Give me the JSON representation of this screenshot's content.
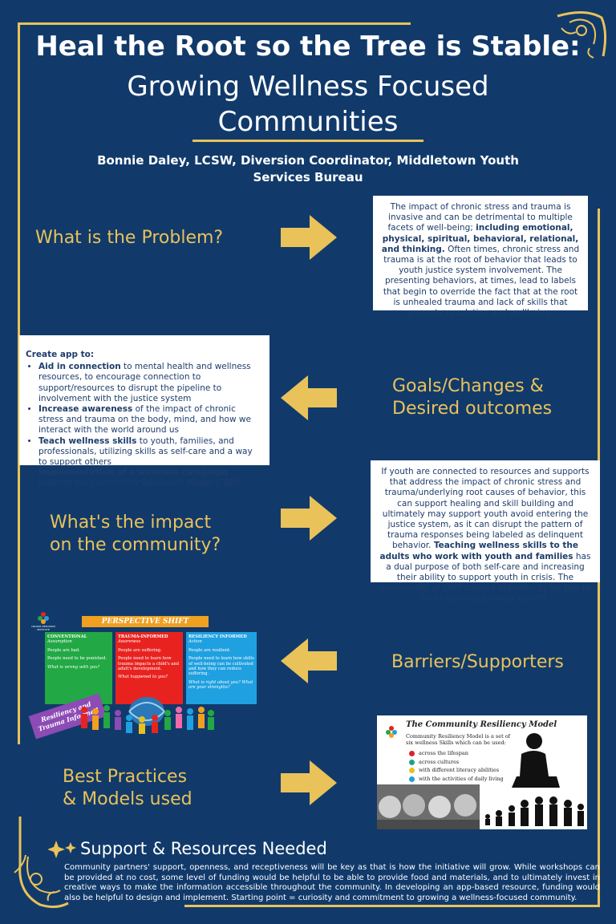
{
  "title": {
    "line1": "Heal the Root so the Tree is Stable:",
    "line2": "Growing Wellness Focused Communities"
  },
  "authors": "Bonnie Daley, LCSW, Diversion Coordinator, Middletown Youth Services Bureau",
  "sections": {
    "problem": {
      "heading": "What is the Problem?",
      "text_before": "The impact of chronic stress and trauma is invasive and can be detrimental to multiple facets of well-being; ",
      "text_bold": "including emotional, physical, spiritual, behavioral, relational, and thinking.",
      "text_after": " Often times, chronic stress and trauma is at the root of behavior that leads to youth justice system involvement. The presenting behaviors, at times, lead to labels that begin to override the fact that at the root is unhealed trauma and lack of skills that promote regulation and wellbeing."
    },
    "goals": {
      "heading_line1": "Goals/Changes &",
      "heading_line2": "Desired outcomes",
      "intro": "Create app to:",
      "items": [
        {
          "bold": "Aid in connection",
          "text": " to mental health and wellness resources, to encourage connection to support/resources to disrupt the pipeline to involvement with the justice system"
        },
        {
          "bold": "Increase awareness",
          "text": " of the impact of chronic stress and trauma on the body, mind, and how we interact with the world around us"
        },
        {
          "bold": "Teach wellness skills",
          "text": " to youth, families, and professionals, utilizing skills as self-care and a way to support others"
        },
        {
          "bold": "Implementation of a wellness campaign",
          "text": " utilizing the Community Resiliency Model (CRM)"
        }
      ]
    },
    "impact": {
      "heading_line1": "What's the impact",
      "heading_line2": "on the community?",
      "text_before": "If youth are connected to resources and supports that address the impact of chronic stress and trauma/underlying root causes of behavior, this can support healing and skill building and ultimately may support youth avoid entering the justice system, as it can disrupt the pattern of trauma responses being labeled as delinquent behavior. ",
      "text_bold": "Teaching wellness skills to the adults who work with youth and families",
      "text_after": " has a dual purpose of both self-care and increasing their ability to support youth in crisis. The universality of CRM creates opportunity for this to be of community-wide benefit."
    },
    "barriers": {
      "heading": "Barriers/Supporters"
    },
    "best_practices": {
      "heading_line1": "Best Practices",
      "heading_line2": "& Models used"
    },
    "support": {
      "heading": "Support & Resources Needed",
      "text": "Community partners' support, openness, and receptiveness will be key as that is how the initiative will grow. While workshops can be provided at no cost, some level of funding would be helpful to be able to provide food and materials, and to ultimately invest in creative ways to make the information accessible throughout the community. In developing an app-based resource, funding would also be helpful to design and implement. Starting point = curiosity and commitment to growing a wellness-focused community."
    }
  },
  "perspective_shift": {
    "title": "PERSPECTIVE SHIFT",
    "logo_text": "TRAUMA RESOURCE INSTITUTE",
    "badge_line1": "Resiliency and",
    "badge_line2": "Trauma Informed",
    "columns": [
      {
        "head": "CONVENTIONAL",
        "sub": "Assumption",
        "p1": "People are bad.",
        "p2": "People need to be punished.",
        "q": "What is wrong with you?",
        "color": "#22a844"
      },
      {
        "head": "TRAUMA-INFORMED",
        "sub": "Awareness",
        "p1": "People are suffering.",
        "p2": "People need to learn how trauma impacts a child's and adult's development.",
        "q": "What happened to you?",
        "color": "#e8231f"
      },
      {
        "head": "RESILIENCY INFORMED",
        "sub": "Action",
        "p1": "People are resilient.",
        "p2": "People need to learn how skills of well-being can be cultivated and how they can reduce suffering.",
        "q": "What is right about you? What are your strengths?",
        "color": "#1fa0e0"
      }
    ]
  },
  "crm": {
    "title": "The Community Resiliency Model",
    "desc": "Community Resiliency Model is a set of six wellness Skills which can be used:",
    "items": [
      {
        "text": "across the lifespan",
        "color": "#e0202a"
      },
      {
        "text": "across cultures",
        "color": "#1aa58a"
      },
      {
        "text": "with different literacy abilities",
        "color": "#e8c020"
      },
      {
        "text": "with the activities of daily living",
        "color": "#1f9fd8"
      }
    ]
  },
  "colors": {
    "background": "#113a6b",
    "accent": "#e9c25a",
    "box_text": "#1d3d6b"
  }
}
